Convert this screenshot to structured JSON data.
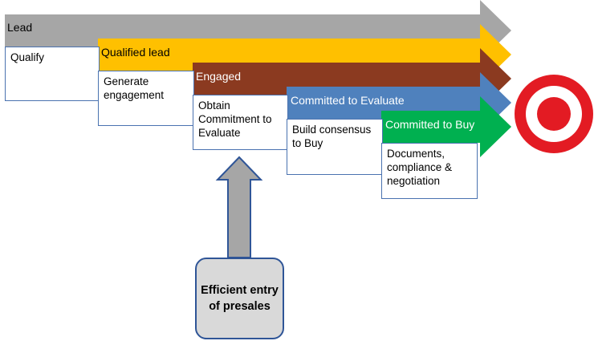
{
  "stages": [
    {
      "label": "Lead",
      "description": "Qualify",
      "color": "#a6a6a6",
      "label_color": "#000000"
    },
    {
      "label": "Qualified lead",
      "description": "Generate engagement",
      "color": "#ffc000",
      "label_color": "#000000"
    },
    {
      "label": "Engaged",
      "description": "Obtain Commitment to Evaluate",
      "color": "#8b3a20",
      "label_color": "#ffffff"
    },
    {
      "label": "Committed to Evaluate",
      "description": "Build consensus to Buy",
      "color": "#4f81bd",
      "label_color": "#ffffff"
    },
    {
      "label": "Committed to Buy",
      "description": "Documents, compliance & negotiation",
      "color": "#00b050",
      "label_color": "#ffffff"
    }
  ],
  "note": {
    "text": "Efficient entry of presales",
    "fill": "#d9d9d9",
    "border": "#2f5597"
  },
  "pointer_arrow": {
    "fill": "#a6a6a6",
    "border": "#2f5597"
  },
  "target": {
    "outer_color": "#e31b23",
    "ring_color": "#ffffff",
    "icon": "target-icon"
  }
}
